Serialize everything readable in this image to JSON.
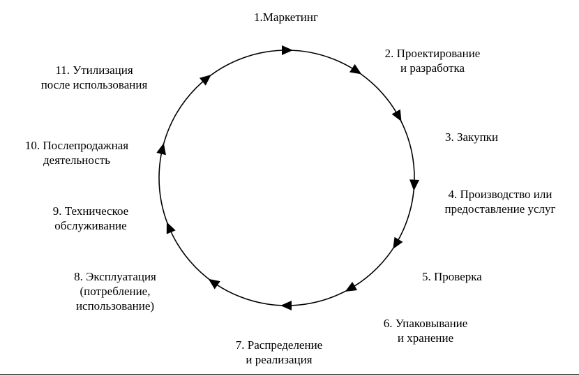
{
  "diagram": {
    "stages": [
      {
        "id": "marketing",
        "lines": [
          "1.Маркетинг"
        ]
      },
      {
        "id": "design",
        "lines": [
          "2. Проектирование",
          "и разработка"
        ]
      },
      {
        "id": "purchasing",
        "lines": [
          "3. Закупки"
        ]
      },
      {
        "id": "production",
        "lines": [
          "4. Производство или",
          "предоставление услуг"
        ]
      },
      {
        "id": "inspection",
        "lines": [
          "5. Проверка"
        ]
      },
      {
        "id": "packaging",
        "lines": [
          "6. Упаковывание",
          "и хранение"
        ]
      },
      {
        "id": "distribution",
        "lines": [
          "7. Распределение",
          "и реализация"
        ]
      },
      {
        "id": "operation",
        "lines": [
          "8. Эксплуатация",
          "(потребление,",
          "использование)"
        ]
      },
      {
        "id": "maintenance",
        "lines": [
          "9. Техническое",
          "обслуживание"
        ]
      },
      {
        "id": "after-sales",
        "lines": [
          "10. Послепродажная",
          "деятельность"
        ]
      },
      {
        "id": "disposal",
        "lines": [
          "11. Утилизация",
          "после использования"
        ]
      }
    ],
    "colors": {
      "line": "#000000",
      "background": "#ffffff"
    },
    "direction": "clockwise"
  }
}
